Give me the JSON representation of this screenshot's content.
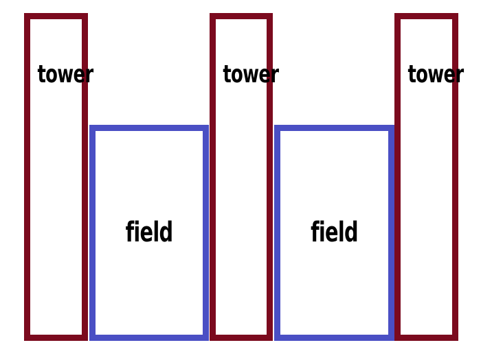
{
  "colors": {
    "tower": "#7b0a1e",
    "field": "#4a4fc4"
  },
  "towers": [
    {
      "label": "tower"
    },
    {
      "label": "tower"
    },
    {
      "label": "tower"
    }
  ],
  "fields": [
    {
      "label": "field"
    },
    {
      "label": "field"
    }
  ]
}
